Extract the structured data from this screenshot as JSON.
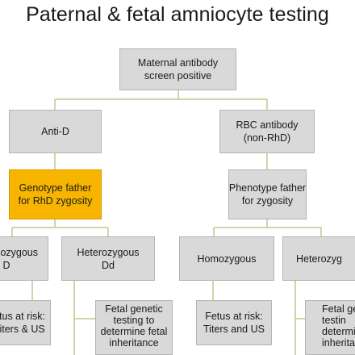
{
  "title": "Paternal & fetal amniocyte testing",
  "colors": {
    "box_fill": "#d9d9d9",
    "box_border": "#b4b4b4",
    "highlight_fill": "#f7b500",
    "connector": "#b9cc8e"
  },
  "nodes": {
    "root": {
      "line1": "Maternal antibody",
      "line2": "screen positive"
    },
    "anti_d": {
      "line1": "Anti-D"
    },
    "rbc_antibody": {
      "line1": "RBC antibody",
      "line2": "(non-RhD)"
    },
    "genotype_father": {
      "line1": "Genotype father",
      "line2": "for RhD zygosity"
    },
    "phenotype_father": {
      "line1": "Phenotype father",
      "line2": "for zygosity"
    },
    "left_homozygous": {
      "line1": "ozygous",
      "line2": "D"
    },
    "left_heterozygous": {
      "line1": "Heterozygous",
      "line2": "Dd"
    },
    "right_homozygous": {
      "line1": "Homozygous"
    },
    "right_heterozygous": {
      "line1": "Heterozyg"
    },
    "left_fetus_at_risk": {
      "line1": "etus at risk:",
      "line2": "Titers & US"
    },
    "left_fetal_genetic": {
      "line1": "Fetal genetic",
      "line2": "testing to",
      "line3": "determine fetal",
      "line4": "inheritance"
    },
    "right_fetus_at_risk": {
      "line1": "Fetus at risk:",
      "line2": "Titers and US"
    },
    "right_fetal_genetic": {
      "line1": "Fetal ge",
      "line2": "testin",
      "line3": "determi",
      "line4": "inherita"
    }
  }
}
